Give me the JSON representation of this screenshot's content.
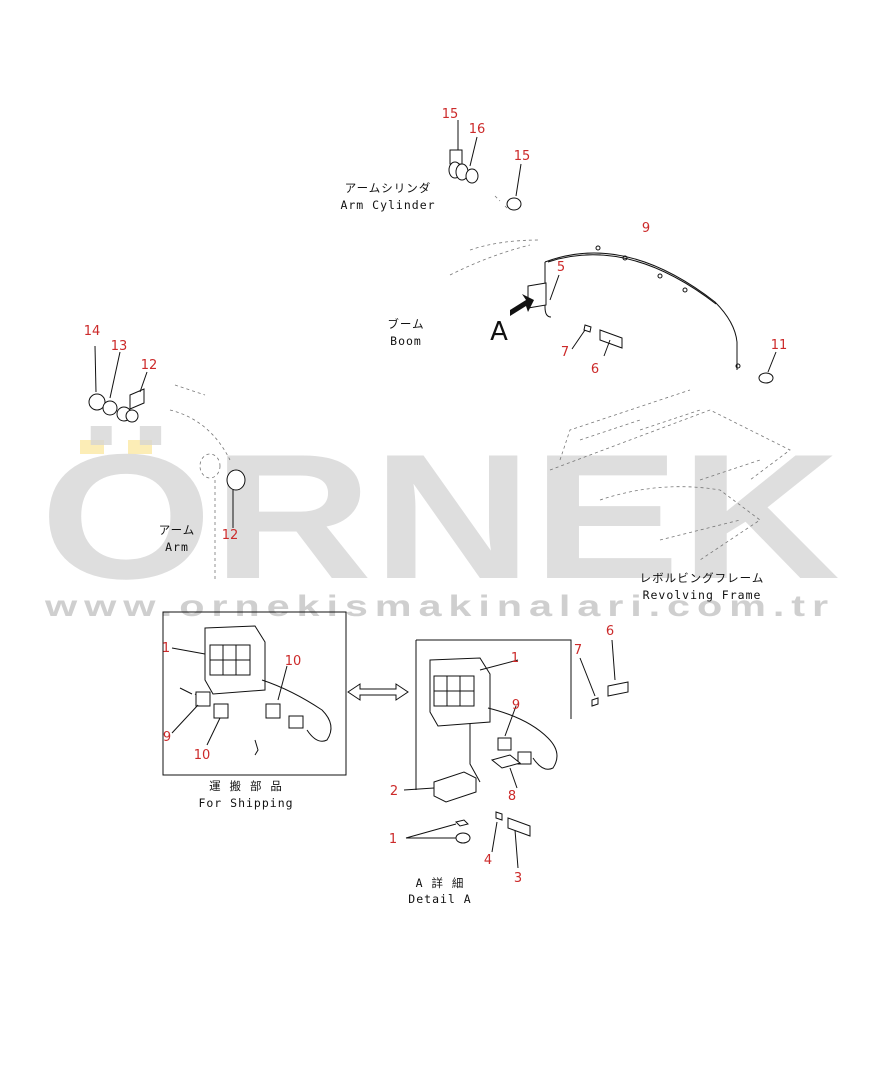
{
  "watermark": {
    "brand": "ÖRNEK",
    "url": "www.ornekismakinalari.com.tr",
    "accent": "#f5c518"
  },
  "labels": {
    "arm_cylinder_jp": "アームシリンダ",
    "arm_cylinder_en": "Arm Cylinder",
    "boom_jp": "ブーム",
    "boom_en": "Boom",
    "arm_jp": "アーム",
    "arm_en": "Arm",
    "frame_jp": "レボルビングフレーム",
    "frame_en": "Revolving Frame",
    "shipping_jp": "運 搬 部 品",
    "shipping_en": "For Shipping",
    "detail_jp": "A 詳 細",
    "detail_en": "Detail A",
    "arrow_letter": "A"
  },
  "callouts": {
    "c15a": "15",
    "c16": "16",
    "c15b": "15",
    "c9top": "9",
    "c5": "5",
    "c7top": "7",
    "c6top": "6",
    "c11": "11",
    "c14": "14",
    "c13": "13",
    "c12a": "12",
    "c12b": "12",
    "c1ship": "1",
    "c10ship": "10",
    "c9ship": "9",
    "c10ship2": "10",
    "c1det": "1",
    "c9det": "9",
    "c8": "8",
    "c2": "2",
    "c1bot": "1",
    "c4": "4",
    "c3": "3",
    "c7right": "7",
    "c6right": "6"
  },
  "colors": {
    "callout": "#cc2a2a",
    "line": "#111111"
  }
}
